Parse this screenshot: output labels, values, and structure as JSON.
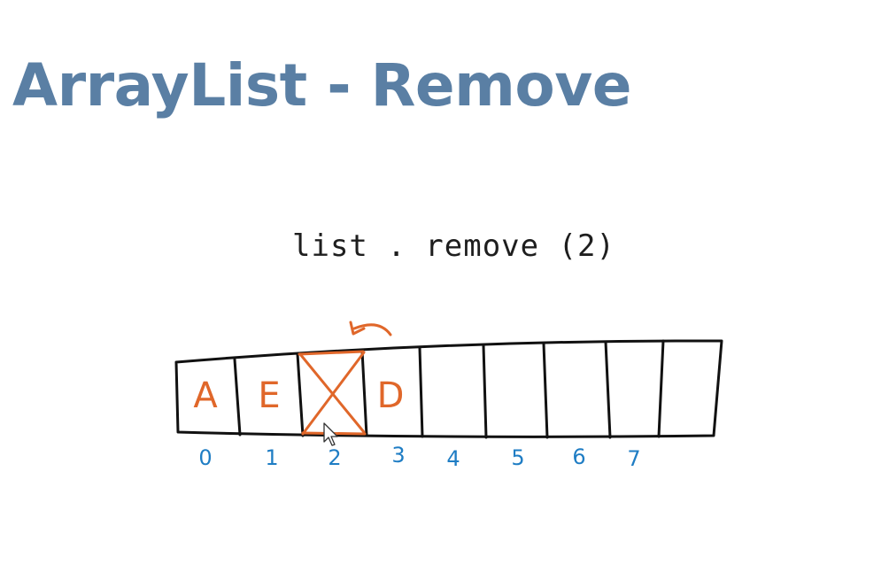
{
  "title": "ArrayList - Remove",
  "code": "list . remove (2)",
  "cells": [
    "A",
    "E",
    "",
    "D",
    "",
    "",
    "",
    "",
    ""
  ],
  "removed_index": 2,
  "indices": [
    "0",
    "1",
    "2",
    "3",
    "4",
    "5",
    "6",
    "7"
  ],
  "colors": {
    "title": "#5a7fa4",
    "letters": "#e0672a",
    "indices": "#1f7dc4",
    "outline": "#111111"
  },
  "icons": [
    "curved-arrow-icon",
    "cross-out-mark-icon",
    "mouse-cursor-icon"
  ]
}
